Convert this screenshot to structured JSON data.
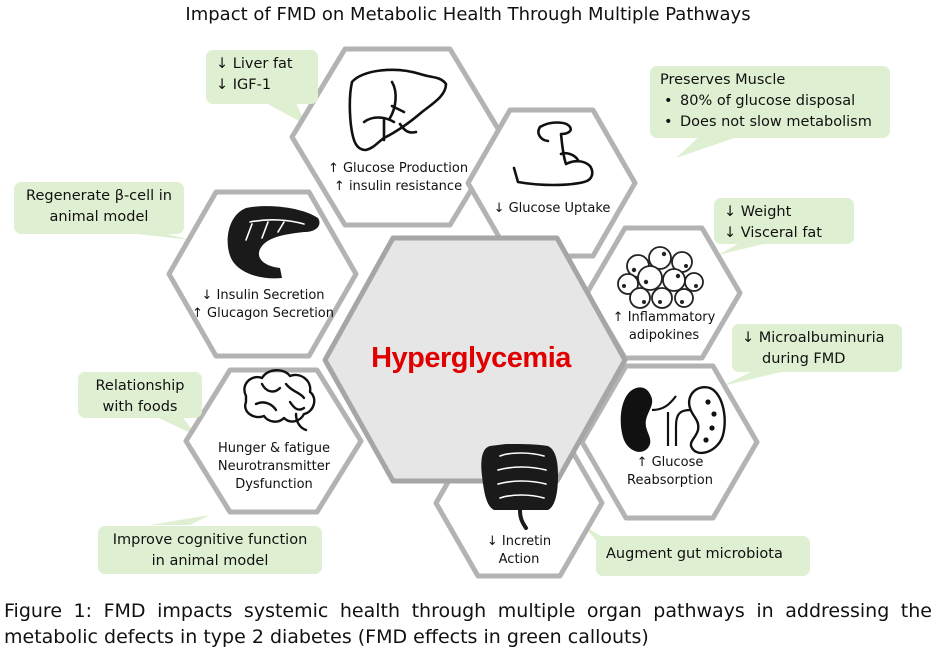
{
  "title": "Impact of FMD on Metabolic Health Through Multiple Pathways",
  "center_label": "Hyperglycemia",
  "hexes": {
    "liver": {
      "line1": "↑ Glucose Production",
      "line2": "↑ insulin resistance",
      "icon": "liver-icon"
    },
    "muscle": {
      "line1": "↓ Glucose Uptake",
      "icon": "flexed-arm-icon"
    },
    "pancreas": {
      "line1": "↓ Insulin Secretion",
      "line2": "↑ Glucagon Secretion",
      "icon": "pancreas-icon"
    },
    "adipose": {
      "line1": "↑ Inflammatory",
      "line2": "adipokines",
      "icon": "fat-cells-icon"
    },
    "brain": {
      "line1": "Hunger & fatigue",
      "line2": "Neurotransmitter",
      "line3": "Dysfunction",
      "icon": "brain-icon"
    },
    "kidney": {
      "line1": "↑ Glucose",
      "line2": "Reabsorption",
      "icon": "kidney-icon"
    },
    "intestine": {
      "line1": "↓ Incretin",
      "line2": "Action",
      "icon": "intestine-icon"
    }
  },
  "callouts": {
    "liver": {
      "line1": "↓ Liver fat",
      "line2": "↓ IGF-1"
    },
    "muscle": {
      "heading": "Preserves Muscle",
      "bullet1": "80% of glucose disposal",
      "bullet2": "Does not slow metabolism"
    },
    "pancreas": {
      "line1": "Regenerate β-cell in",
      "line2": "animal model"
    },
    "adipose": {
      "line1": "↓ Weight",
      "line2": "↓ Visceral fat"
    },
    "kidney": {
      "line1": "↓ Microalbuminuria",
      "line2": "during FMD"
    },
    "brain": {
      "line1": "Relationship",
      "line2": "with foods"
    },
    "cognitive": {
      "line1": "Improve cognitive function",
      "line2": "in animal model"
    },
    "intestine": {
      "line1": "Augment gut microbiota"
    }
  },
  "caption": "Figure 1: FMD impacts systemic health through multiple organ pathways in addressing the metabolic defects in type 2 diabetes (FMD effects in green callouts)",
  "colors": {
    "hex_border": "#b3b3b3",
    "center_fill": "#e6e6e6",
    "center_border": "#a6a6a6",
    "callout_fill": "#dff0d2",
    "center_text": "#e00000"
  }
}
